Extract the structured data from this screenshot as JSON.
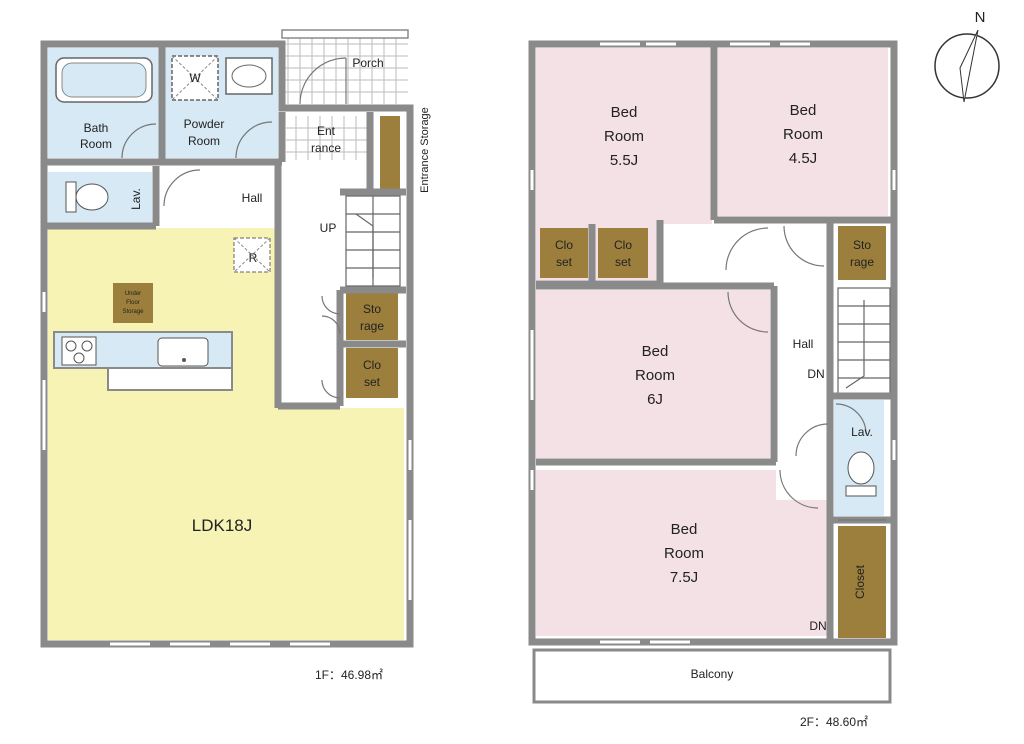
{
  "floor1": {
    "area_label": "1F：46.98㎡",
    "rooms": {
      "bath": [
        "Bath",
        "Room"
      ],
      "powder": [
        "Powder",
        "Room"
      ],
      "washer_mark": "W",
      "porch": "Porch",
      "entrance": [
        "Ent",
        "rance"
      ],
      "entrance_storage": "Entrance Storage",
      "lav": "Lav.",
      "hall": "Hall",
      "up": "UP",
      "refrigerator_mark": "R",
      "under_floor_storage": [
        "Under",
        "Floor",
        "Storage"
      ],
      "storage": [
        "Sto",
        "rage"
      ],
      "closet": [
        "Clo",
        "set"
      ],
      "ldk": "LDK18J"
    }
  },
  "floor2": {
    "area_label": "2F：48.60㎡",
    "rooms": {
      "bed_55": [
        "Bed",
        "Room",
        "5.5J"
      ],
      "bed_45": [
        "Bed",
        "Room",
        "4.5J"
      ],
      "bed_6": [
        "Bed",
        "Room",
        "6J"
      ],
      "bed_75": [
        "Bed",
        "Room",
        "7.5J"
      ],
      "closet_a": [
        "Clo",
        "set"
      ],
      "closet_b": [
        "Clo",
        "set"
      ],
      "storage": [
        "Sto",
        "rage"
      ],
      "hall": "Hall",
      "dn_1": "DN",
      "dn_2": "DN",
      "lav": "Lav.",
      "closet_long": "Closet",
      "balcony": "Balcony"
    }
  },
  "compass": {
    "label": "N"
  },
  "colors": {
    "wall": "#8a8a8a",
    "ldk_fill": "#f7f3b5",
    "wet_fill": "#d6e9f4",
    "bedroom_fill": "#f4e1e6",
    "storage_fill": "#9c7f3c",
    "floor_fill": "#ffffff"
  }
}
